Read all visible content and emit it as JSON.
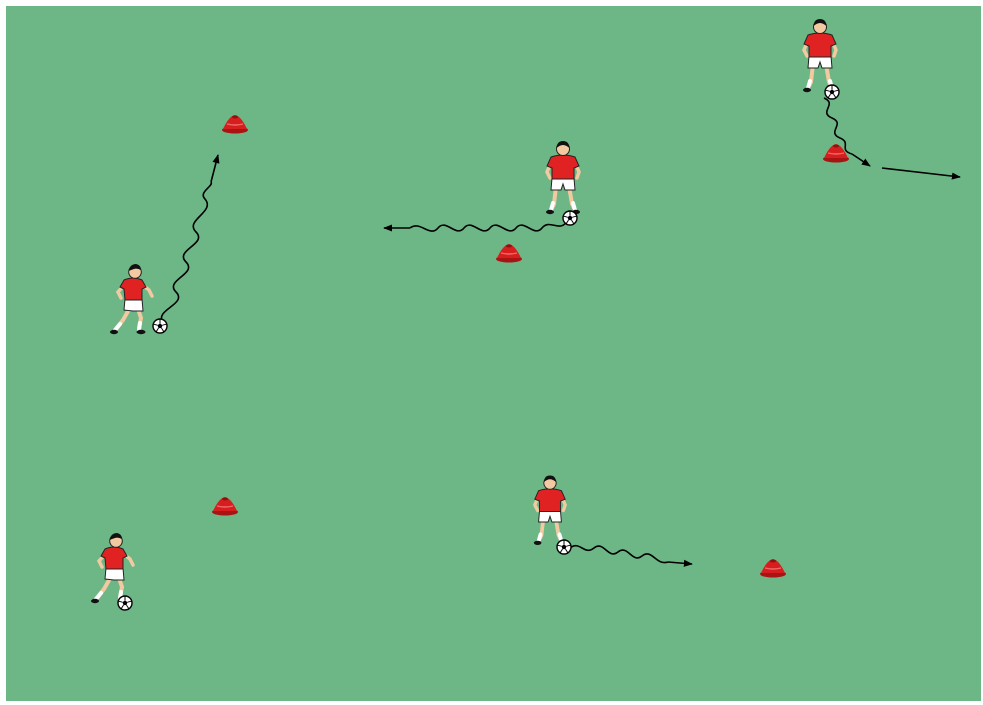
{
  "diagram": {
    "pitch_color": "#6db787",
    "jersey_color": "#e02222",
    "cone_color": "#d71e1e",
    "shorts_color": "#ffffff",
    "skin_color": "#f2c9a0",
    "ball_color": "#ffffff",
    "path_color": "#000000",
    "players": [
      {
        "id": "player-1",
        "facing": "right"
      },
      {
        "id": "player-2",
        "facing": "down"
      },
      {
        "id": "player-3",
        "facing": "down"
      },
      {
        "id": "player-4",
        "facing": "right"
      },
      {
        "id": "player-5",
        "facing": "down"
      }
    ],
    "cones": [
      "cone-1",
      "cone-2",
      "cone-3",
      "cone-4",
      "cone-5"
    ],
    "balls": [
      "ball-1",
      "ball-2",
      "ball-3",
      "ball-4",
      "ball-5"
    ],
    "paths": [
      {
        "id": "dribble-path-1",
        "style": "wavy"
      },
      {
        "id": "dribble-path-2",
        "style": "wavy"
      },
      {
        "id": "dribble-path-3",
        "style": "wavy"
      },
      {
        "id": "dribble-path-4",
        "style": "wavy"
      },
      {
        "id": "run-path-5",
        "style": "straight"
      }
    ]
  }
}
